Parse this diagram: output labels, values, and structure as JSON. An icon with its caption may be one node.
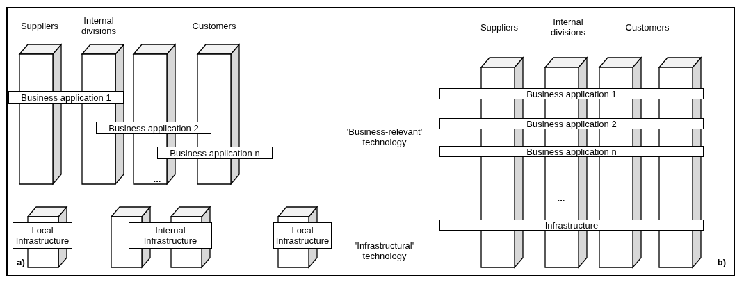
{
  "diagram": {
    "nodes": [
      {
        "text": [
          "Business application 1"
        ]
      },
      {
        "text": [
          "Business application 2"
        ]
      },
      {
        "text": [
          "Business application n"
        ]
      },
      {
        "text": [
          "Local Infrastructure"
        ]
      },
      {
        "text": [
          "Internal Infrastructure"
        ]
      },
      {
        "text": [
          "Local Infrastructure"
        ]
      },
      {
        "text": [
          "Business application 1"
        ]
      },
      {
        "text": [
          "Business application 2"
        ]
      },
      {
        "text": [
          "Business application n"
        ]
      },
      {
        "text": [
          "Infrastructure"
        ]
      }
    ],
    "edges": [],
    "labels": [
      "Suppliers",
      "Internal divisions",
      "Customers",
      "Suppliers",
      "Internal divisions",
      "Customers",
      "'Business-relevant' technology",
      "...",
      "...",
      "'Infrastructural' technology",
      "a)",
      "b)"
    ]
  }
}
